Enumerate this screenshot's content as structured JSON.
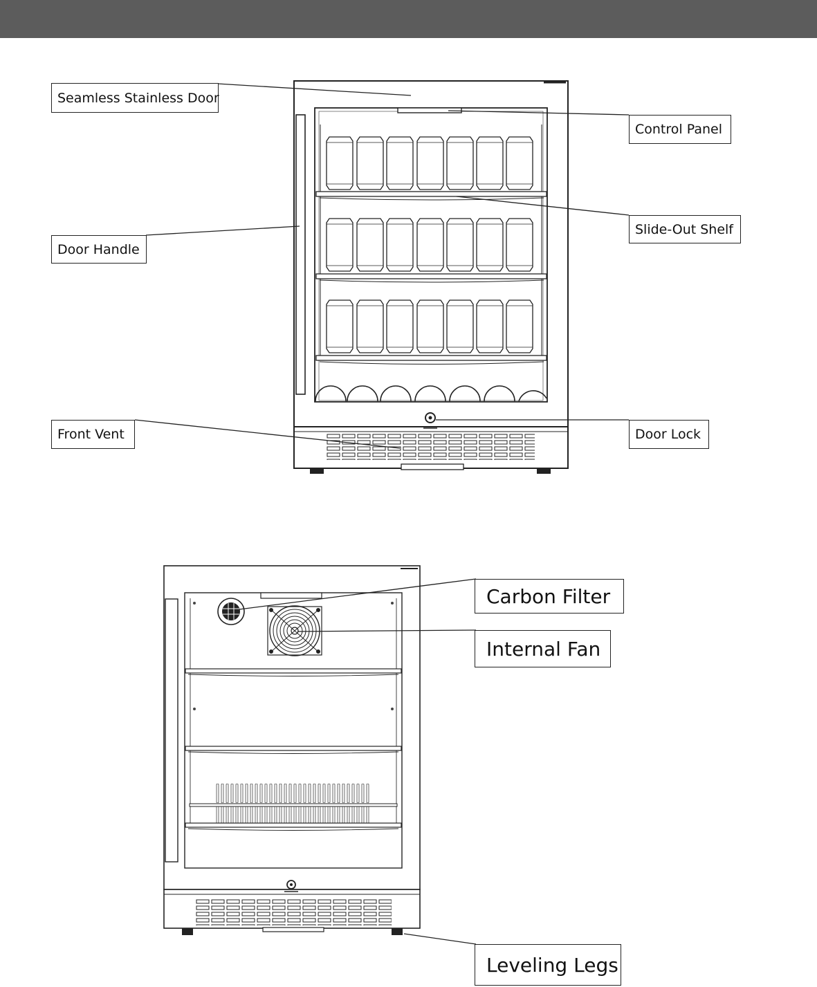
{
  "top_diagram": {
    "labels": {
      "door": "Seamless Stainless Door",
      "control_panel": "Control Panel",
      "shelf": "Slide-Out Shelf",
      "handle": "Door Handle",
      "vent": "Front Vent",
      "lock": "Door Lock"
    }
  },
  "bottom_diagram": {
    "labels": {
      "carbon_filter": "Carbon Filter",
      "internal_fan": "Internal Fan",
      "leveling_legs": "Leveling Legs"
    }
  },
  "colors": {
    "header": "#5c5c5c",
    "line": "#222222"
  }
}
